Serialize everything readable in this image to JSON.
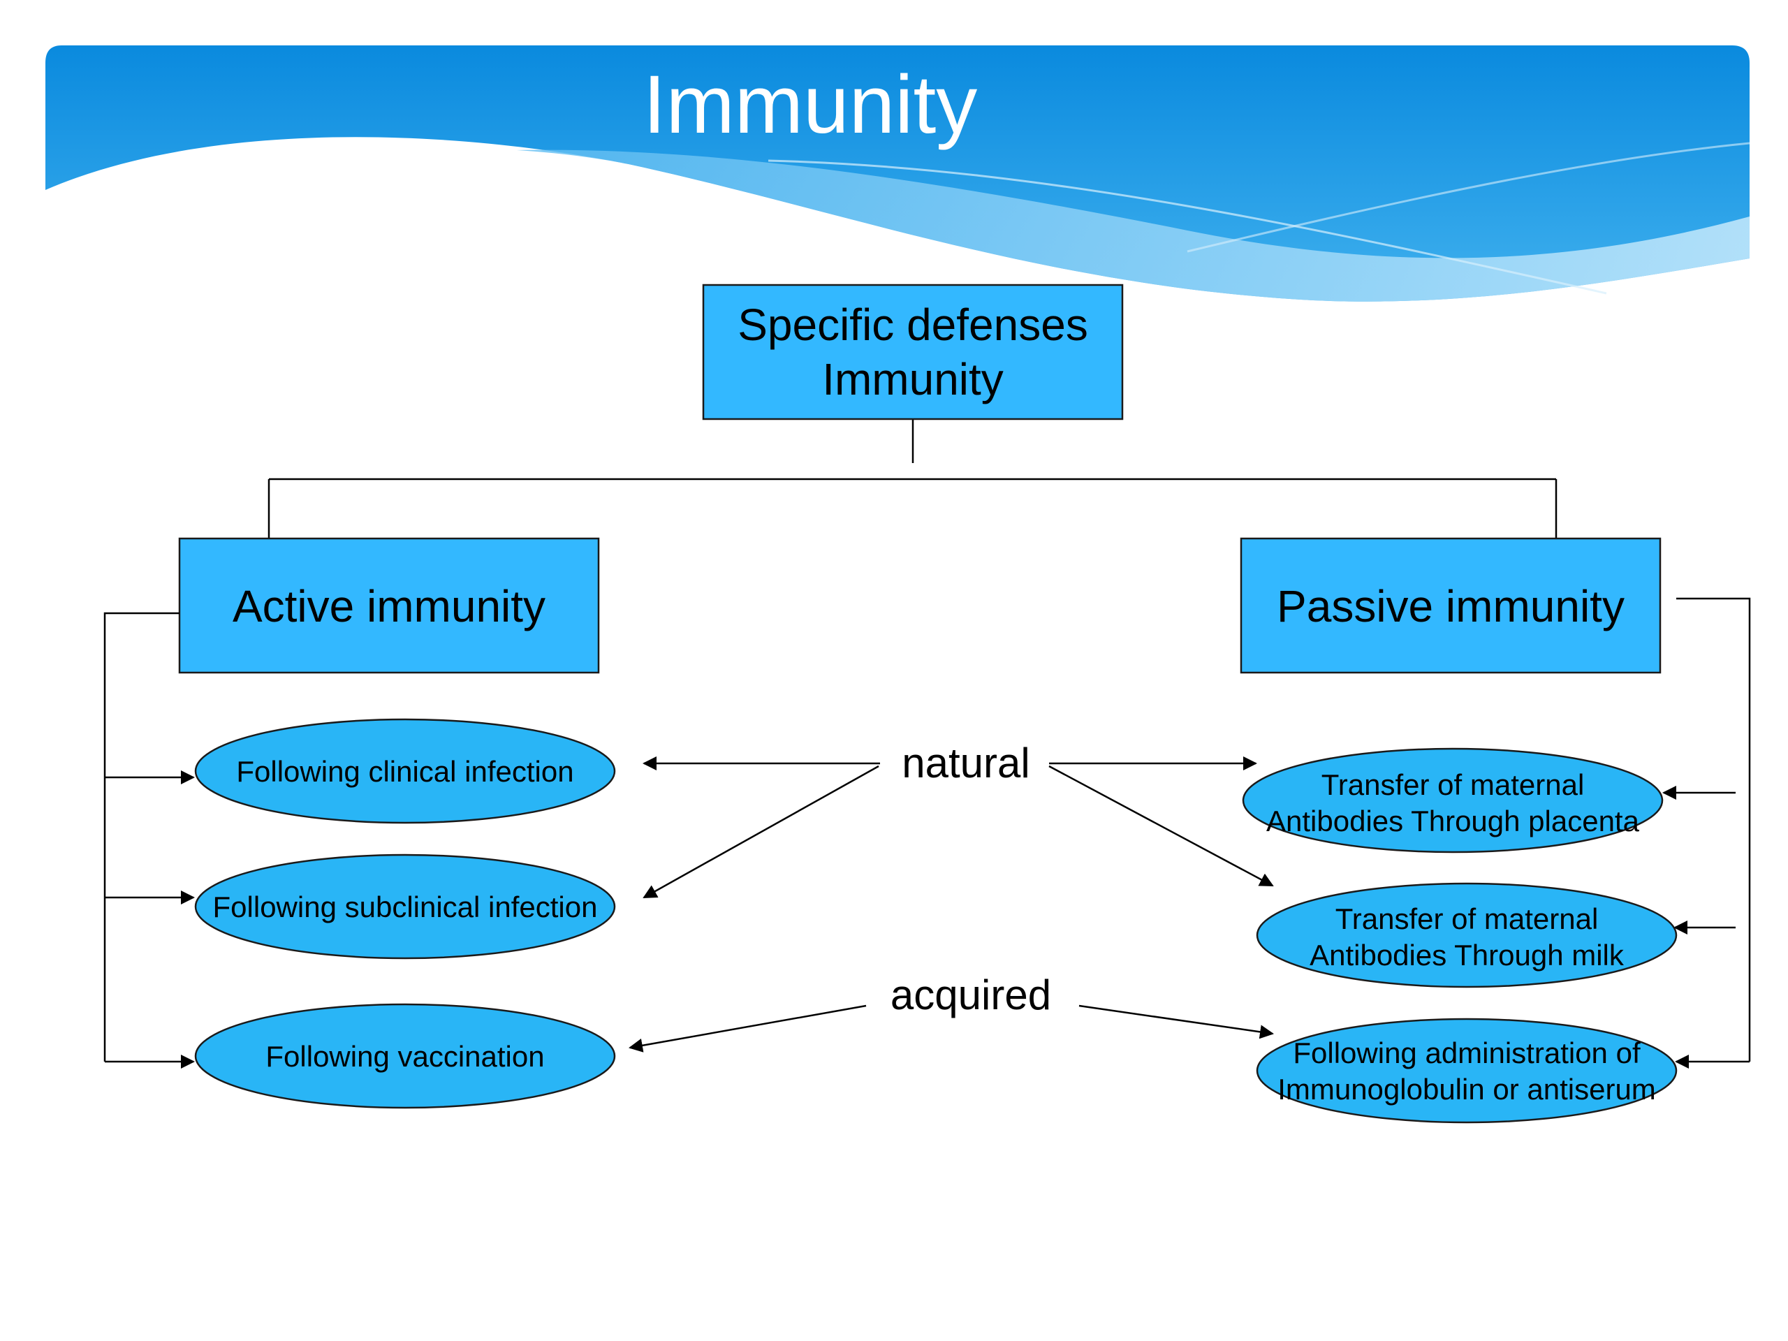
{
  "slide": {
    "title": "Immunity",
    "colors": {
      "banner_dark": "#0f8fe0",
      "banner_light": "#8fd0f5",
      "box_fill": "#33b8ff",
      "ellipse_fill": "#29b5f6",
      "line": "#000000",
      "title_text": "#ffffff"
    }
  },
  "diagram": {
    "root": {
      "line1": "Specific defenses",
      "line2": "Immunity"
    },
    "active": {
      "label": "Active immunity"
    },
    "passive": {
      "label": "Passive immunity"
    },
    "active_items": [
      {
        "line1": "Following clinical infection"
      },
      {
        "line1": "Following subclinical infection"
      },
      {
        "line1": "Following vaccination"
      }
    ],
    "passive_items": [
      {
        "line1": "Transfer of maternal",
        "line2": "Antibodies Through placenta"
      },
      {
        "line1": "Transfer of maternal",
        "line2": "Antibodies Through milk"
      },
      {
        "line1": "Following administration of",
        "line2": "Immunoglobulin or antiserum"
      }
    ],
    "natural_label": "natural",
    "acquired_label": "acquired"
  }
}
